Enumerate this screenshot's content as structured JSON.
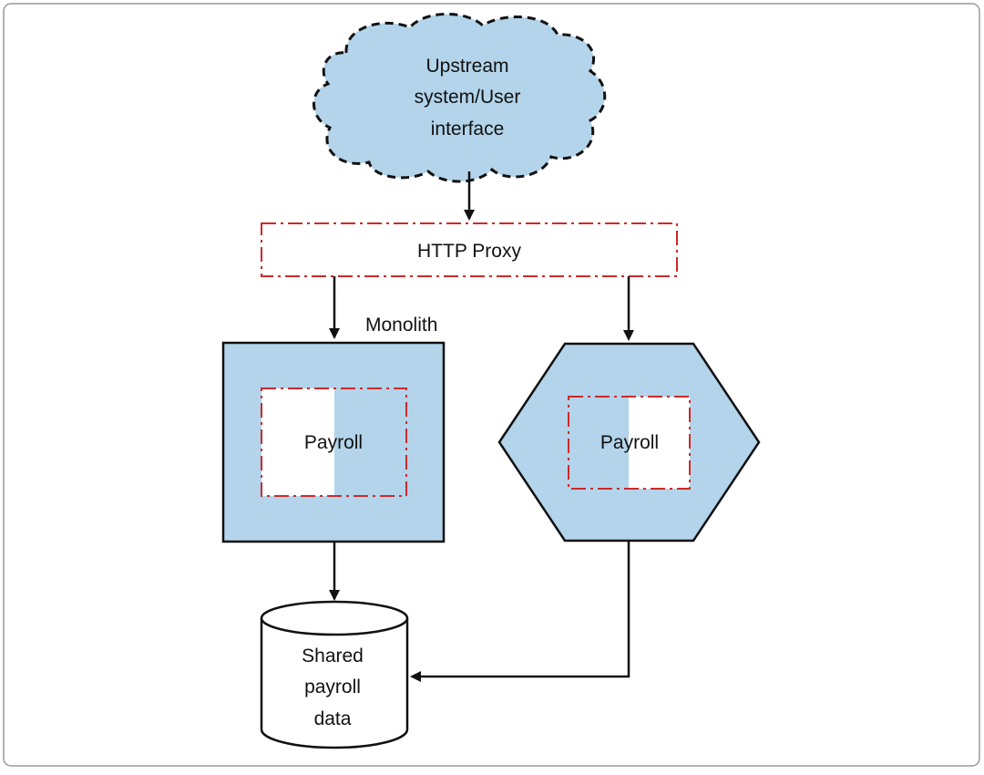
{
  "diagram": {
    "upstream_label": [
      "Upstream",
      "system/User",
      "interface"
    ],
    "proxy_label": "HTTP Proxy",
    "monolith_label": "Monolith",
    "monolith_payroll_label": "Payroll",
    "service_payroll_label": "Payroll",
    "database_label": [
      "Shared",
      "payroll",
      "data"
    ]
  },
  "colors": {
    "fill_blue": "#b3d4ea",
    "proxy_red": "#cc2a2a",
    "stroke_dark": "#111111",
    "border_gray": "#9a9a9a"
  }
}
